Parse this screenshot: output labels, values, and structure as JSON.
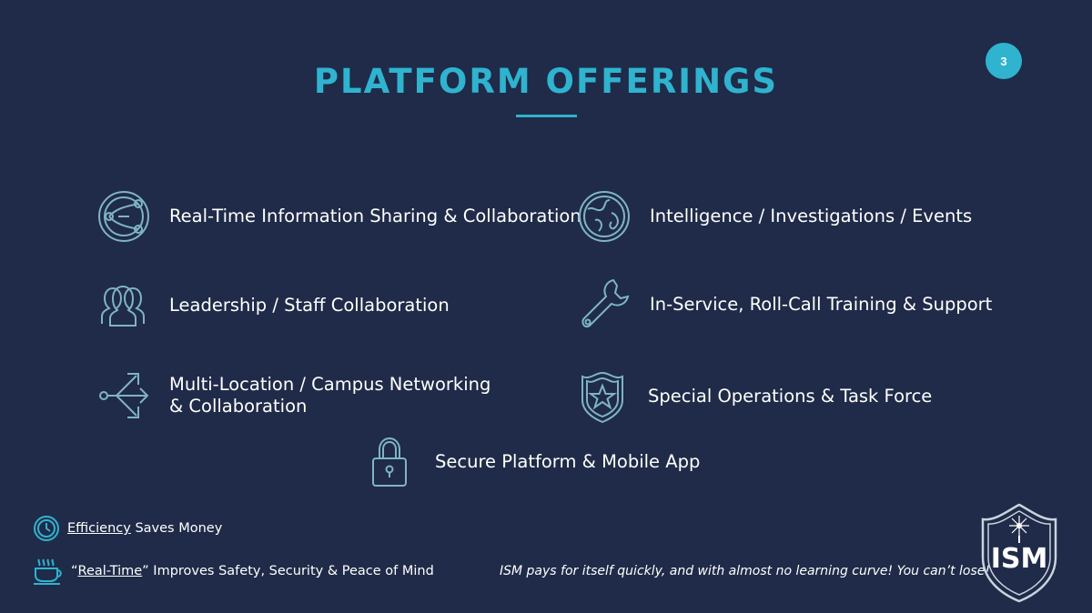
{
  "page": {
    "title": "PLATFORM OFFERINGS",
    "page_number": "3"
  },
  "offerings": [
    {
      "label": "Real-Time Information Sharing & Collaboration",
      "icon": "network-circle-icon"
    },
    {
      "label": "Intelligence / Investigations / Events",
      "icon": "globe-icon"
    },
    {
      "label": "Leadership / Staff Collaboration",
      "icon": "people-group-icon"
    },
    {
      "label": "In-Service, Roll-Call Training & Support",
      "icon": "wrench-icon"
    },
    {
      "label": "Multi-Location / Campus Networking\n& Collaboration",
      "icon": "branching-arrows-icon"
    },
    {
      "label": "Special Operations & Task Force",
      "icon": "star-shield-icon"
    },
    {
      "label": "Secure Platform & Mobile App",
      "icon": "padlock-icon"
    }
  ],
  "footer": {
    "efficiency_link": "Efficiency",
    "efficiency_rest": " Saves Money",
    "realtime_open_quote": "“",
    "realtime_link": "Real-Time",
    "realtime_rest": "” Improves Safety, Security & Peace of Mind",
    "tagline": "ISM pays for itself quickly, and with almost no learning curve! You can’t lose!"
  },
  "logo": {
    "text": "ISM"
  },
  "colors": {
    "background": "#1f2b48",
    "accent": "#2fb3cf",
    "icon_stroke": "#7fb4c4"
  }
}
